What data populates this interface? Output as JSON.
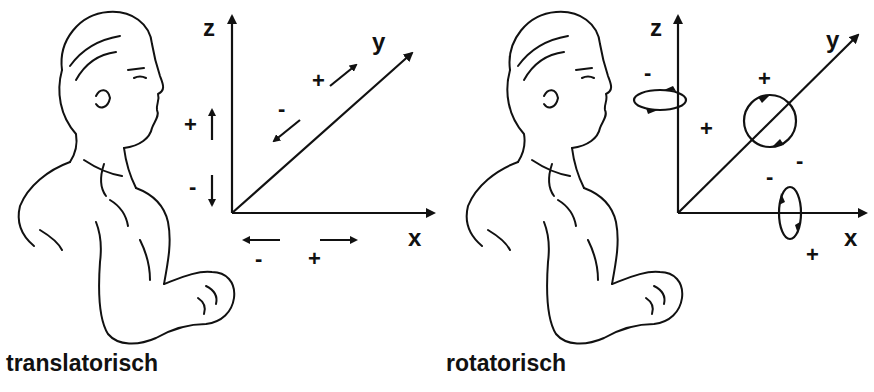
{
  "diagram": {
    "labels": [
      "z",
      "y",
      "x",
      "+",
      "-",
      "+",
      "-",
      "-",
      "+",
      "translatorisch",
      "z",
      "y",
      "x",
      "-",
      "+",
      "+",
      "-",
      "-",
      "+",
      "rotatorisch"
    ]
  }
}
